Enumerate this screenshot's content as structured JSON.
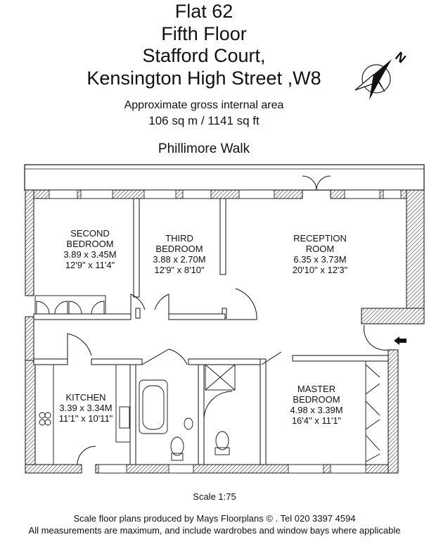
{
  "header": {
    "title_lines": [
      "Flat 62",
      "Fifth Floor",
      "Stafford Court,",
      "Kensington High Street ,W8"
    ],
    "area_label": "Approximate gross internal area",
    "area_value": "106 sq m  /  1141 sq ft",
    "street_label": "Phillimore Walk",
    "north_label": "N"
  },
  "rooms": {
    "second_bedroom": {
      "line1": "SECOND",
      "line2": "BEDROOM",
      "metric": "3.89 x 3.45M",
      "imperial": "12'9\" x 11'4\""
    },
    "third_bedroom": {
      "line1": "THIRD",
      "line2": "BEDROOM",
      "metric": "3.88 x 2.70M",
      "imperial": "12'9\" x 8'10\""
    },
    "reception": {
      "line1": "RECEPTION",
      "line2": "ROOM",
      "metric": "6.35 x 3.73M",
      "imperial": "20'10\" x 12'3\""
    },
    "kitchen": {
      "line1": "KITCHEN",
      "metric": "3.39 x 3.34M",
      "imperial": "11'1\" x 10'11\""
    },
    "master_bedroom": {
      "line1": "MASTER",
      "line2": "BEDROOM",
      "metric": "4.98 x 3.39M",
      "imperial": "16'4\" x 11'1\""
    }
  },
  "footer": {
    "scale": "Scale 1:75",
    "credit": "Scale floor plans produced by Mays Floorplans  © .  Tel 020 3397 4594",
    "disclaimer": "All measurements are maximum, and include wardrobes and window bays where applicable"
  },
  "colors": {
    "wall_hatch": "#555555",
    "line": "#111111",
    "background": "#ffffff"
  }
}
